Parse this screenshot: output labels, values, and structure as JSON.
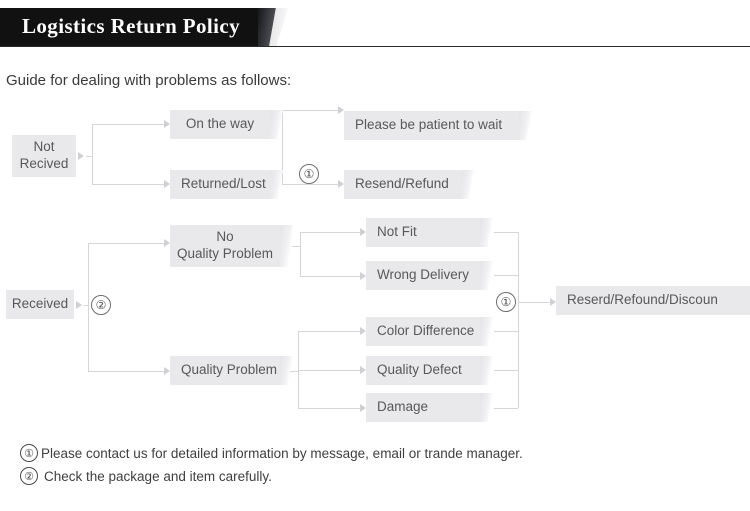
{
  "header": {
    "title": "Logistics Return Policy"
  },
  "intro": {
    "text": "Guide for dealing with problems as follows:"
  },
  "flow": {
    "not_received": {
      "root_line1": "Not",
      "root_line2": "Recived",
      "branch_on_the_way": "On the way",
      "branch_returned_lost": "Returned/Lost",
      "outcome_wait": "Please be patient to wait",
      "outcome_resend_refund": "Resend/Refund",
      "marker": "①"
    },
    "received": {
      "root": "Received",
      "marker": "②",
      "branch_no_quality_line1": "No",
      "branch_no_quality_line2": "Quality Problem",
      "branch_quality_problem": "Quality Problem",
      "reasons_no_quality": [
        "Not Fit",
        "Wrong Delivery"
      ],
      "reasons_quality": [
        "Color Difference",
        "Quality Defect",
        "Damage"
      ],
      "outcome": "Reserd/Refound/Discoun",
      "outcome_marker": "①"
    }
  },
  "notes": [
    {
      "num": "①",
      "text": "Please contact us for detailed information by message, email or trande manager."
    },
    {
      "num": "②",
      "text": "Check the package and item carefully."
    }
  ],
  "colors": {
    "header_bg": "#111112",
    "node_bg": "#e9e9eb",
    "node_text": "#58585a",
    "line": "#d6d6da"
  }
}
